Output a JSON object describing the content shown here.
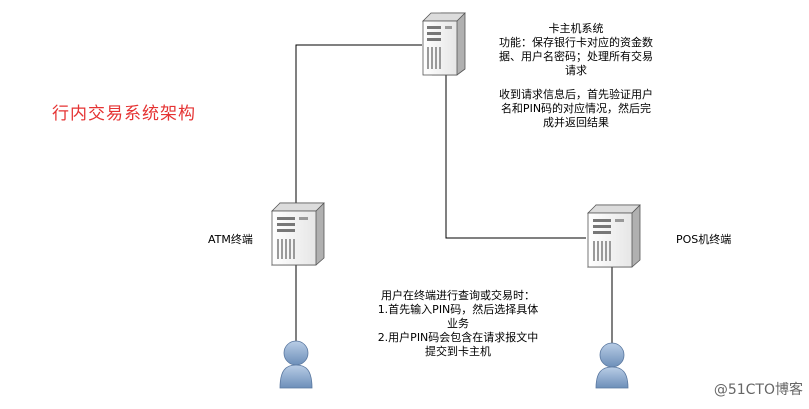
{
  "title": "行内交易系统架构",
  "card_host": {
    "name": "卡主机系统",
    "function_lines": [
      "功能：保存银行卡对应的资金数",
      "据、用户名密码；处理所有交易",
      "请求"
    ],
    "process_lines": [
      "收到请求信息后，首先验证用户",
      "名和PIN码的对应情况，然后完",
      "成并返回结果"
    ]
  },
  "atm": {
    "label": "ATM终端"
  },
  "pos": {
    "label": "POS机终端"
  },
  "note_lines": [
    "用户在终端进行查询或交易时：",
    "1.首先输入PIN码，然后选择具体",
    "业务",
    "2.用户PIN码会包含在请求报文中",
    "提交到卡主机"
  ],
  "watermark": "@51CTO博客",
  "colors": {
    "title": "#e53333",
    "server_face": "#f2f2f2",
    "server_side": "#b8b8b8",
    "user": "#8fa8c8"
  }
}
